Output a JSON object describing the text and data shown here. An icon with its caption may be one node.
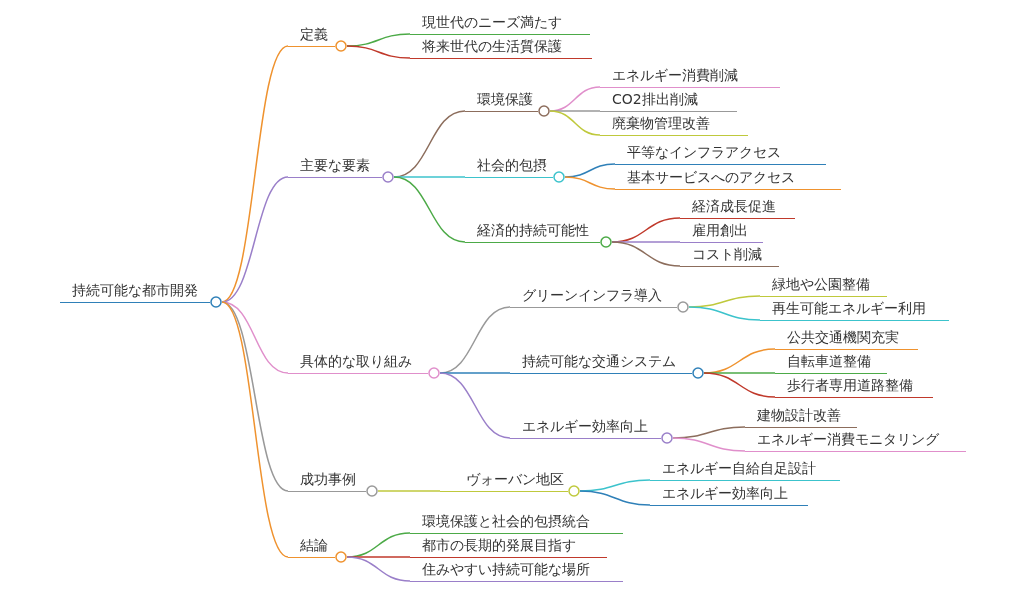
{
  "diagram": {
    "nodes": [
      {
        "text": [
          "持続可能な都市開発"
        ]
      },
      {
        "text": [
          "定義"
        ]
      },
      {
        "text": [
          "現世代のニーズ満たす"
        ]
      },
      {
        "text": [
          "将来世代の生活質保護"
        ]
      },
      {
        "text": [
          "主要な要素"
        ]
      },
      {
        "text": [
          "環境保護"
        ]
      },
      {
        "text": [
          "エネルギー消費削減"
        ]
      },
      {
        "text": [
          "CO2排出削減"
        ]
      },
      {
        "text": [
          "廃棄物管理改善"
        ]
      },
      {
        "text": [
          "社会的包摂"
        ]
      },
      {
        "text": [
          "平等なインフラアクセス"
        ]
      },
      {
        "text": [
          "基本サービスへのアクセス"
        ]
      },
      {
        "text": [
          "経済的持続可能性"
        ]
      },
      {
        "text": [
          "経済成長促進"
        ]
      },
      {
        "text": [
          "雇用創出"
        ]
      },
      {
        "text": [
          "コスト削減"
        ]
      },
      {
        "text": [
          "具体的な取り組み"
        ]
      },
      {
        "text": [
          "グリーンインフラ導入"
        ]
      },
      {
        "text": [
          "緑地や公園整備"
        ]
      },
      {
        "text": [
          "再生可能エネルギー利用"
        ]
      },
      {
        "text": [
          "持続可能な交通システム"
        ]
      },
      {
        "text": [
          "公共交通機関充実"
        ]
      },
      {
        "text": [
          "自転車道整備"
        ]
      },
      {
        "text": [
          "歩行者専用道路整備"
        ]
      },
      {
        "text": [
          "エネルギー効率向上"
        ]
      },
      {
        "text": [
          "建物設計改善"
        ]
      },
      {
        "text": [
          "エネルギー消費モニタリング"
        ]
      },
      {
        "text": [
          "成功事例"
        ]
      },
      {
        "text": [
          "ヴォーバン地区"
        ]
      },
      {
        "text": [
          "エネルギー自給自足設計"
        ]
      },
      {
        "text": [
          "エネルギー効率向上"
        ]
      },
      {
        "text": [
          "結論"
        ]
      },
      {
        "text": [
          "環境保護と社会的包摂統合"
        ]
      },
      {
        "text": [
          "都市の長期的発展目指す"
        ]
      },
      {
        "text": [
          "住みやすい持続可能な場所"
        ]
      }
    ],
    "edges": [
      {
        "from": 0,
        "to": 1,
        "arrow": "none",
        "color": "#ef922e"
      },
      {
        "from": 1,
        "to": 2,
        "arrow": "none",
        "color": "#4caa47"
      },
      {
        "from": 1,
        "to": 3,
        "arrow": "none",
        "color": "#c0392b"
      },
      {
        "from": 0,
        "to": 4,
        "arrow": "none",
        "color": "#9a7fc9"
      },
      {
        "from": 4,
        "to": 5,
        "arrow": "none",
        "color": "#8c6d5c"
      },
      {
        "from": 5,
        "to": 6,
        "arrow": "none",
        "color": "#e08fcb"
      },
      {
        "from": 5,
        "to": 7,
        "arrow": "none",
        "color": "#999999"
      },
      {
        "from": 5,
        "to": 8,
        "arrow": "none",
        "color": "#bfc93c"
      },
      {
        "from": 4,
        "to": 9,
        "arrow": "none",
        "color": "#3cc3cc"
      },
      {
        "from": 9,
        "to": 10,
        "arrow": "none",
        "color": "#2f80b8"
      },
      {
        "from": 9,
        "to": 11,
        "arrow": "none",
        "color": "#ef922e"
      },
      {
        "from": 4,
        "to": 12,
        "arrow": "none",
        "color": "#4caa47"
      },
      {
        "from": 12,
        "to": 13,
        "arrow": "none",
        "color": "#c0392b"
      },
      {
        "from": 12,
        "to": 14,
        "arrow": "none",
        "color": "#9a7fc9"
      },
      {
        "from": 12,
        "to": 15,
        "arrow": "none",
        "color": "#8c6d5c"
      },
      {
        "from": 0,
        "to": 16,
        "arrow": "none",
        "color": "#e08fcb"
      },
      {
        "from": 16,
        "to": 17,
        "arrow": "none",
        "color": "#999999"
      },
      {
        "from": 17,
        "to": 18,
        "arrow": "none",
        "color": "#bfc93c"
      },
      {
        "from": 17,
        "to": 19,
        "arrow": "none",
        "color": "#3cc3cc"
      },
      {
        "from": 16,
        "to": 20,
        "arrow": "none",
        "color": "#2f80b8"
      },
      {
        "from": 20,
        "to": 21,
        "arrow": "none",
        "color": "#ef922e"
      },
      {
        "from": 20,
        "to": 22,
        "arrow": "none",
        "color": "#4caa47"
      },
      {
        "from": 20,
        "to": 23,
        "arrow": "none",
        "color": "#c0392b"
      },
      {
        "from": 16,
        "to": 24,
        "arrow": "none",
        "color": "#9a7fc9"
      },
      {
        "from": 24,
        "to": 25,
        "arrow": "none",
        "color": "#8c6d5c"
      },
      {
        "from": 24,
        "to": 26,
        "arrow": "none",
        "color": "#e08fcb"
      },
      {
        "from": 0,
        "to": 27,
        "arrow": "none",
        "color": "#999999"
      },
      {
        "from": 27,
        "to": 28,
        "arrow": "none",
        "color": "#bfc93c"
      },
      {
        "from": 28,
        "to": 29,
        "arrow": "none",
        "color": "#3cc3cc"
      },
      {
        "from": 28,
        "to": 30,
        "arrow": "none",
        "color": "#2f80b8"
      },
      {
        "from": 0,
        "to": 31,
        "arrow": "none",
        "color": "#ef922e"
      },
      {
        "from": 31,
        "to": 32,
        "arrow": "none",
        "color": "#4caa47"
      },
      {
        "from": 31,
        "to": 33,
        "arrow": "none",
        "color": "#c0392b"
      },
      {
        "from": 31,
        "to": 34,
        "arrow": "none",
        "color": "#9a7fc9"
      }
    ]
  }
}
